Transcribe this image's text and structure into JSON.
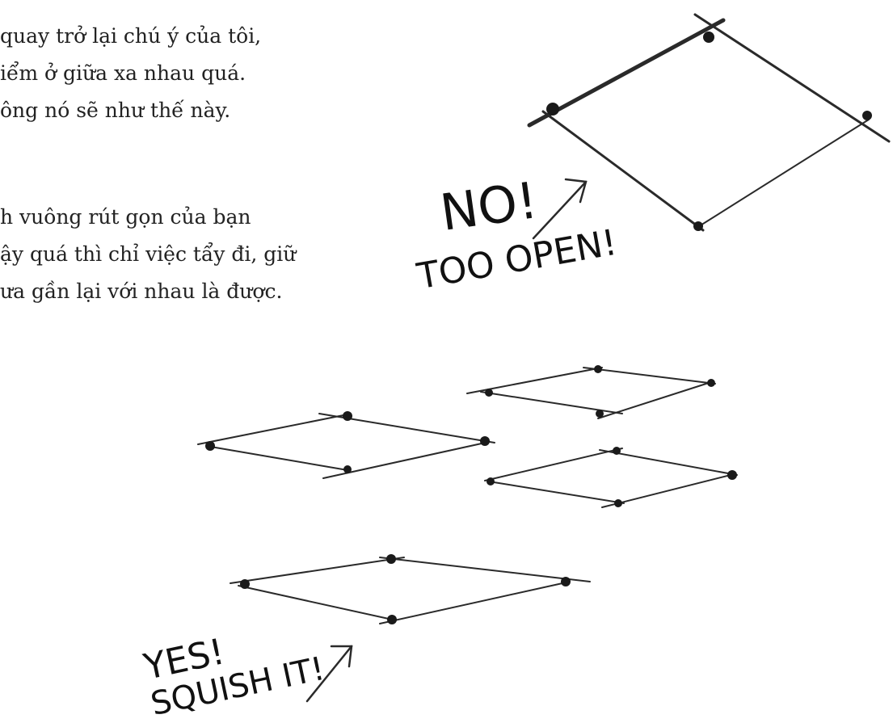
{
  "text_lines": [
    "quay trở lại chú ý của tôi,",
    "iểm ở giữa xa nhau quá.",
    "ông nó sẽ như thế này.",
    "h vuông rút gọn của bạn",
    "ậy quá thì chỉ việc tẩy đi, giữ",
    "ưa gần lại với nhau là được."
  ],
  "annotations": {
    "no": "NO!",
    "too_open": "TOO OPEN!",
    "yes": "YES!",
    "squish_it": "SQUISH IT!"
  },
  "colors": {
    "ink": "#1a1a1a",
    "pencil": "#2a2a2a",
    "background": "#ffffff"
  }
}
